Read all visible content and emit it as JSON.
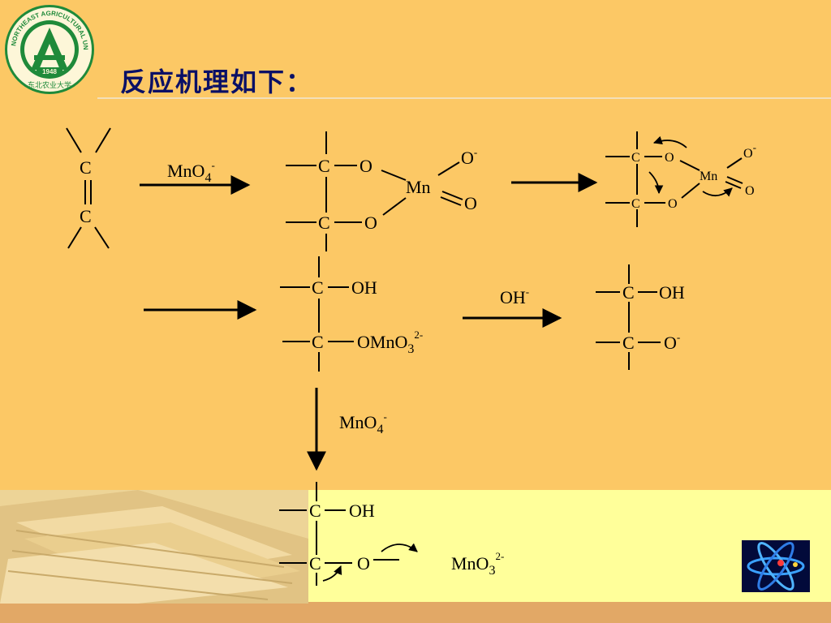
{
  "title": "反应机理如下：",
  "logo": {
    "ring_text": "NORTHEAST AGRICULTURAL UNIVERSITY",
    "year": "1948",
    "cn": "东北农业大学"
  },
  "labels": {
    "C": "C",
    "O": "O",
    "OH": "OH",
    "Mn": "Mn",
    "MnO": "MnO",
    "four": "4",
    "three": "3",
    "minus": "-",
    "two_minus": "2-",
    "OMnO": "OMnO",
    "OH_reagent": "OH"
  },
  "colors": {
    "background": "#fcc865",
    "title": "#0a1066",
    "bottom_panel": "#ffff9a",
    "ink": "#000000"
  },
  "icons": [
    "university-logo-icon",
    "books-image",
    "atom-icon"
  ]
}
